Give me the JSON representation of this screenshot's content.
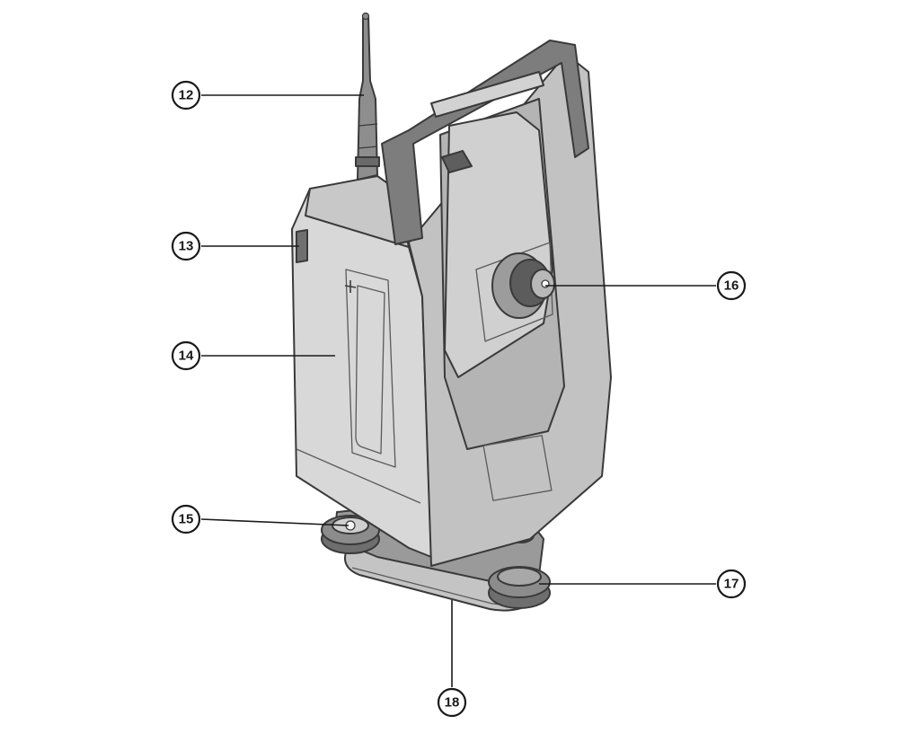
{
  "callouts": [
    {
      "id": "12",
      "label": "⑫"
    },
    {
      "id": "13",
      "label": "⑬"
    },
    {
      "id": "14",
      "label": "⑭"
    },
    {
      "id": "15",
      "label": "⑮"
    },
    {
      "id": "16",
      "label": "⑯"
    },
    {
      "id": "17",
      "label": "⑰"
    },
    {
      "id": "18",
      "label": "⑱"
    }
  ],
  "colors": {
    "body_light": "#d8d8d8",
    "body_mid": "#c2c2c2",
    "body_dark": "#8a8a8a",
    "handle": "#7d7d7d",
    "outline": "#3a3a3a",
    "line": "#1a1a1a"
  }
}
